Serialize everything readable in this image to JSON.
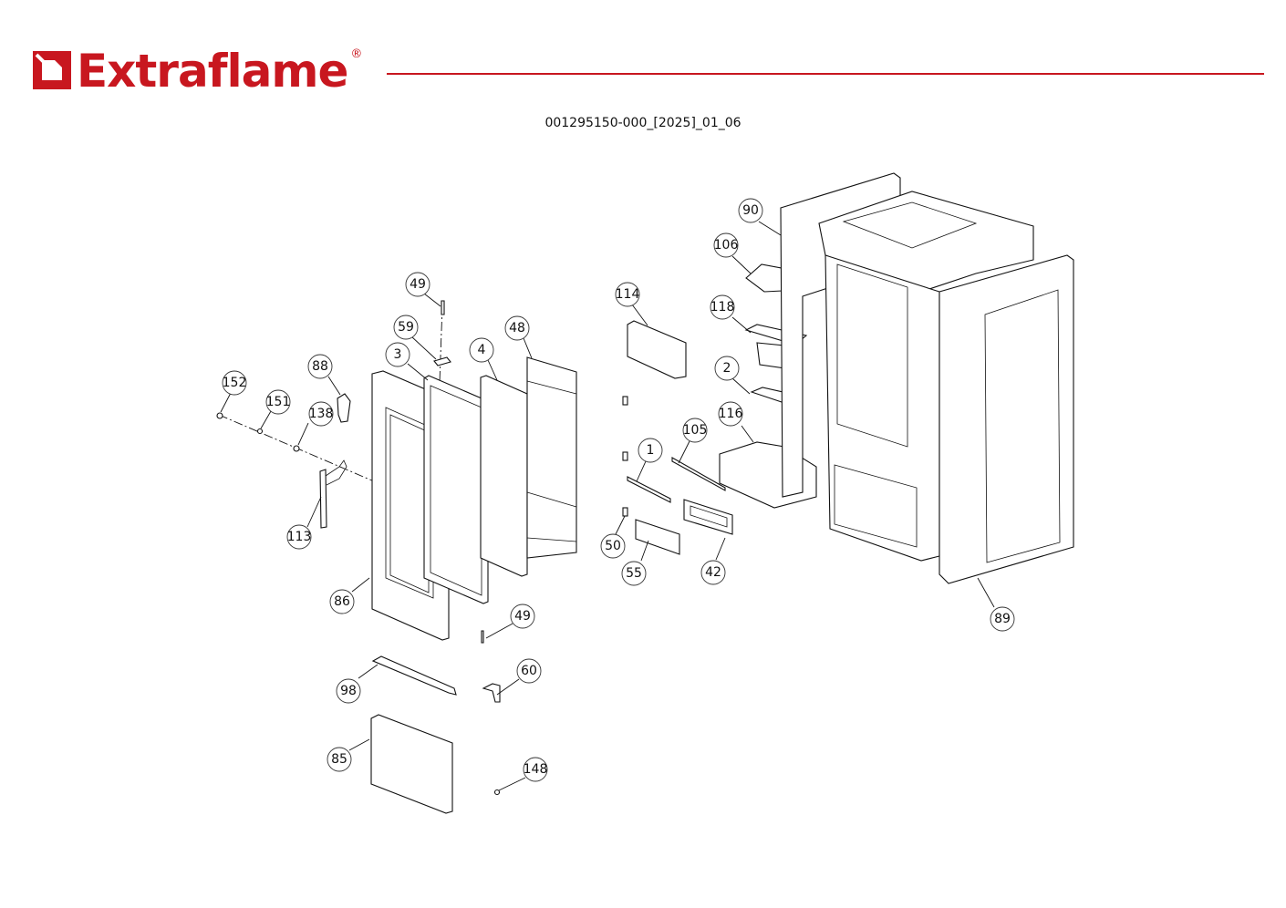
{
  "header": {
    "brand": "Extraflame",
    "registered_mark": "®",
    "brand_color": "#c8171f",
    "document_code": "001295150-000_[2025]_01_06"
  },
  "callouts": [
    {
      "id": "c152",
      "label": "152"
    },
    {
      "id": "c151",
      "label": "151"
    },
    {
      "id": "c138",
      "label": "138"
    },
    {
      "id": "c88",
      "label": "88"
    },
    {
      "id": "c113",
      "label": "113"
    },
    {
      "id": "c86",
      "label": "86"
    },
    {
      "id": "c49a",
      "label": "49"
    },
    {
      "id": "c59",
      "label": "59"
    },
    {
      "id": "c3",
      "label": "3"
    },
    {
      "id": "c4",
      "label": "4"
    },
    {
      "id": "c48",
      "label": "48"
    },
    {
      "id": "c49b",
      "label": "49"
    },
    {
      "id": "c60",
      "label": "60"
    },
    {
      "id": "c98",
      "label": "98"
    },
    {
      "id": "c85",
      "label": "85"
    },
    {
      "id": "c148",
      "label": "148"
    },
    {
      "id": "c114",
      "label": "114"
    },
    {
      "id": "c1",
      "label": "1"
    },
    {
      "id": "c50",
      "label": "50"
    },
    {
      "id": "c55",
      "label": "55"
    },
    {
      "id": "c42",
      "label": "42"
    },
    {
      "id": "c105",
      "label": "105"
    },
    {
      "id": "c116",
      "label": "116"
    },
    {
      "id": "c2",
      "label": "2"
    },
    {
      "id": "c118",
      "label": "118"
    },
    {
      "id": "c106",
      "label": "106"
    },
    {
      "id": "c90",
      "label": "90"
    },
    {
      "id": "c89",
      "label": "89"
    }
  ]
}
